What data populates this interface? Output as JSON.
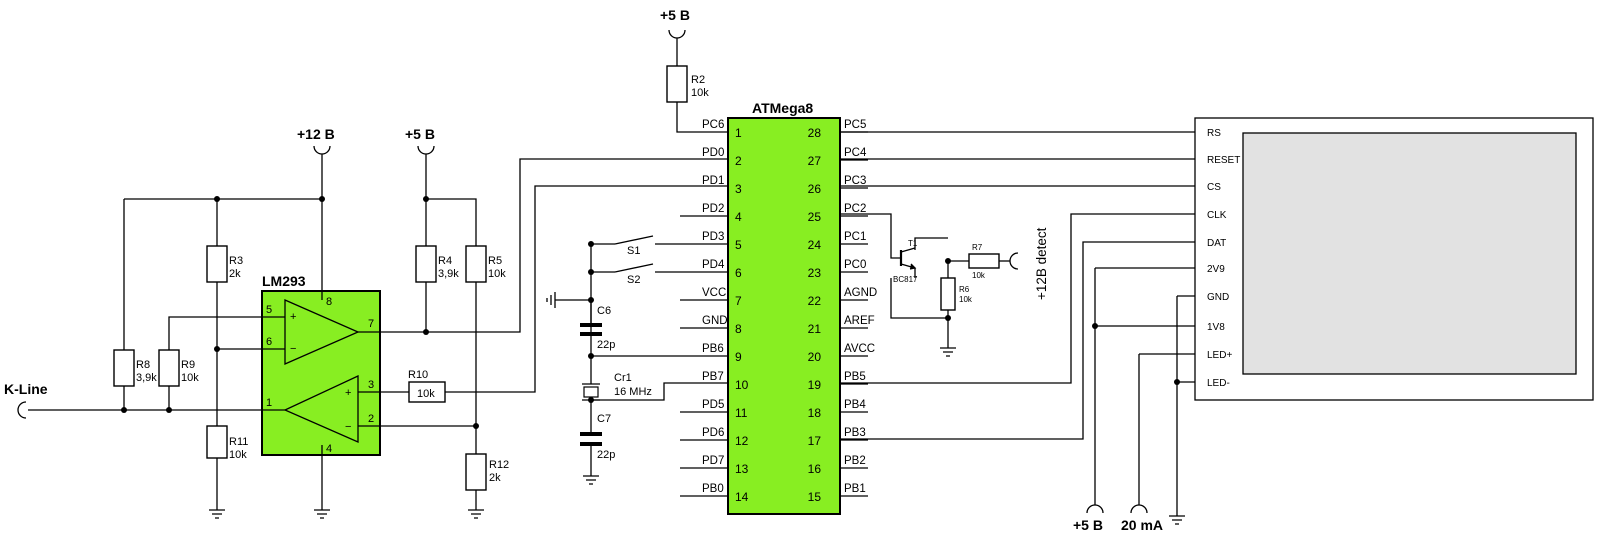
{
  "colors": {
    "chip_fill": "#88EE22",
    "lcd_screen": "#E2E2E2",
    "wire": "#000000",
    "background": "#FFFFFF"
  },
  "mcu": {
    "name": "ATMega8",
    "left_pins": [
      {
        "num": "1",
        "label": "PC6"
      },
      {
        "num": "2",
        "label": "PD0"
      },
      {
        "num": "3",
        "label": "PD1"
      },
      {
        "num": "4",
        "label": "PD2"
      },
      {
        "num": "5",
        "label": "PD3"
      },
      {
        "num": "6",
        "label": "PD4"
      },
      {
        "num": "7",
        "label": "VCC"
      },
      {
        "num": "8",
        "label": "GND"
      },
      {
        "num": "9",
        "label": "PB6"
      },
      {
        "num": "10",
        "label": "PB7"
      },
      {
        "num": "11",
        "label": "PD5"
      },
      {
        "num": "12",
        "label": "PD6"
      },
      {
        "num": "13",
        "label": "PD7"
      },
      {
        "num": "14",
        "label": "PB0"
      }
    ],
    "right_pins": [
      {
        "num": "28",
        "label": "PC5"
      },
      {
        "num": "27",
        "label": "PC4"
      },
      {
        "num": "26",
        "label": "PC3"
      },
      {
        "num": "25",
        "label": "PC2"
      },
      {
        "num": "24",
        "label": "PC1"
      },
      {
        "num": "23",
        "label": "PC0"
      },
      {
        "num": "22",
        "label": "AGND"
      },
      {
        "num": "21",
        "label": "AREF"
      },
      {
        "num": "20",
        "label": "AVCC"
      },
      {
        "num": "19",
        "label": "PB5"
      },
      {
        "num": "18",
        "label": "PB4"
      },
      {
        "num": "17",
        "label": "PB3"
      },
      {
        "num": "16",
        "label": "PB2"
      },
      {
        "num": "15",
        "label": "PB1"
      }
    ]
  },
  "comparator": {
    "name": "LM293",
    "pins": {
      "p5": "5",
      "p6": "6",
      "p8": "8",
      "p7": "7",
      "p1": "1",
      "p3": "3",
      "p2": "2",
      "p4": "4"
    },
    "signs": {
      "plus": "+",
      "minus": "−"
    }
  },
  "lcd": {
    "pins": [
      "RS",
      "RESET",
      "CS",
      "CLK",
      "DAT",
      "2V9",
      "GND",
      "1V8",
      "LED+",
      "LED-"
    ]
  },
  "resistors": {
    "R2": {
      "name": "R2",
      "value": "10k"
    },
    "R3": {
      "name": "R3",
      "value": "2k"
    },
    "R4": {
      "name": "R4",
      "value": "3,9k"
    },
    "R5": {
      "name": "R5",
      "value": "10k"
    },
    "R8": {
      "name": "R8",
      "value": "3,9k"
    },
    "R9": {
      "name": "R9",
      "value": "10k"
    },
    "R10": {
      "name": "R10",
      "value": "10k"
    },
    "R11": {
      "name": "R11",
      "value": "10k"
    },
    "R12": {
      "name": "R12",
      "value": "2k"
    },
    "R6": {
      "name": "R6",
      "value": "10k"
    },
    "R7": {
      "name": "R7",
      "value": "10k"
    }
  },
  "capacitors": {
    "C6": {
      "name": "C6",
      "value": "22p"
    },
    "C7": {
      "name": "C7",
      "value": "22p"
    }
  },
  "crystal": {
    "name": "Cr1",
    "value": "16 MHz"
  },
  "switches": {
    "S1": "S1",
    "S2": "S2"
  },
  "transistor": {
    "name": "T1",
    "part": "BC817"
  },
  "power": {
    "v12": "+12 В",
    "v5_left": "+5 В",
    "v5_top": "+5 В",
    "v5_bottom": "+5 В",
    "ma20": "20 mA",
    "kline": "K-Line",
    "detect": "+12В detect"
  }
}
